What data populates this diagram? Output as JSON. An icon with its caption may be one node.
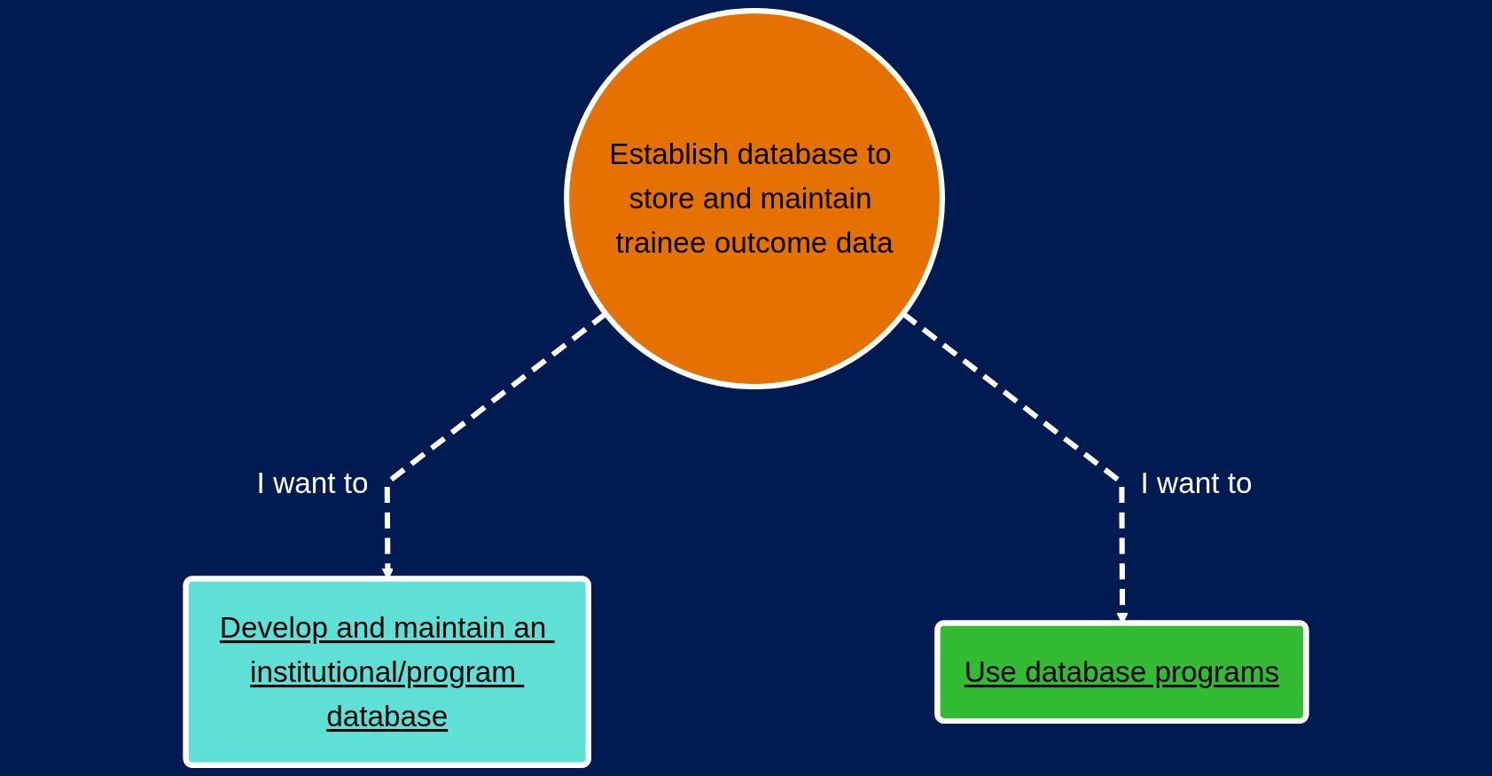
{
  "diagram": {
    "nodes": [
      {
        "text": [
          "Establish database to store and maintain trainee outcome data"
        ]
      },
      {
        "text": [
          "Develop and maintain an institutional/program database"
        ]
      },
      {
        "text": [
          "Use database programs"
        ]
      }
    ],
    "edges": [
      {
        "from": 0,
        "to": 1,
        "arrow": "to",
        "label": "I want to",
        "style": "dashed"
      },
      {
        "from": 0,
        "to": 2,
        "arrow": "to",
        "label": "I want to",
        "style": "dashed"
      }
    ]
  }
}
